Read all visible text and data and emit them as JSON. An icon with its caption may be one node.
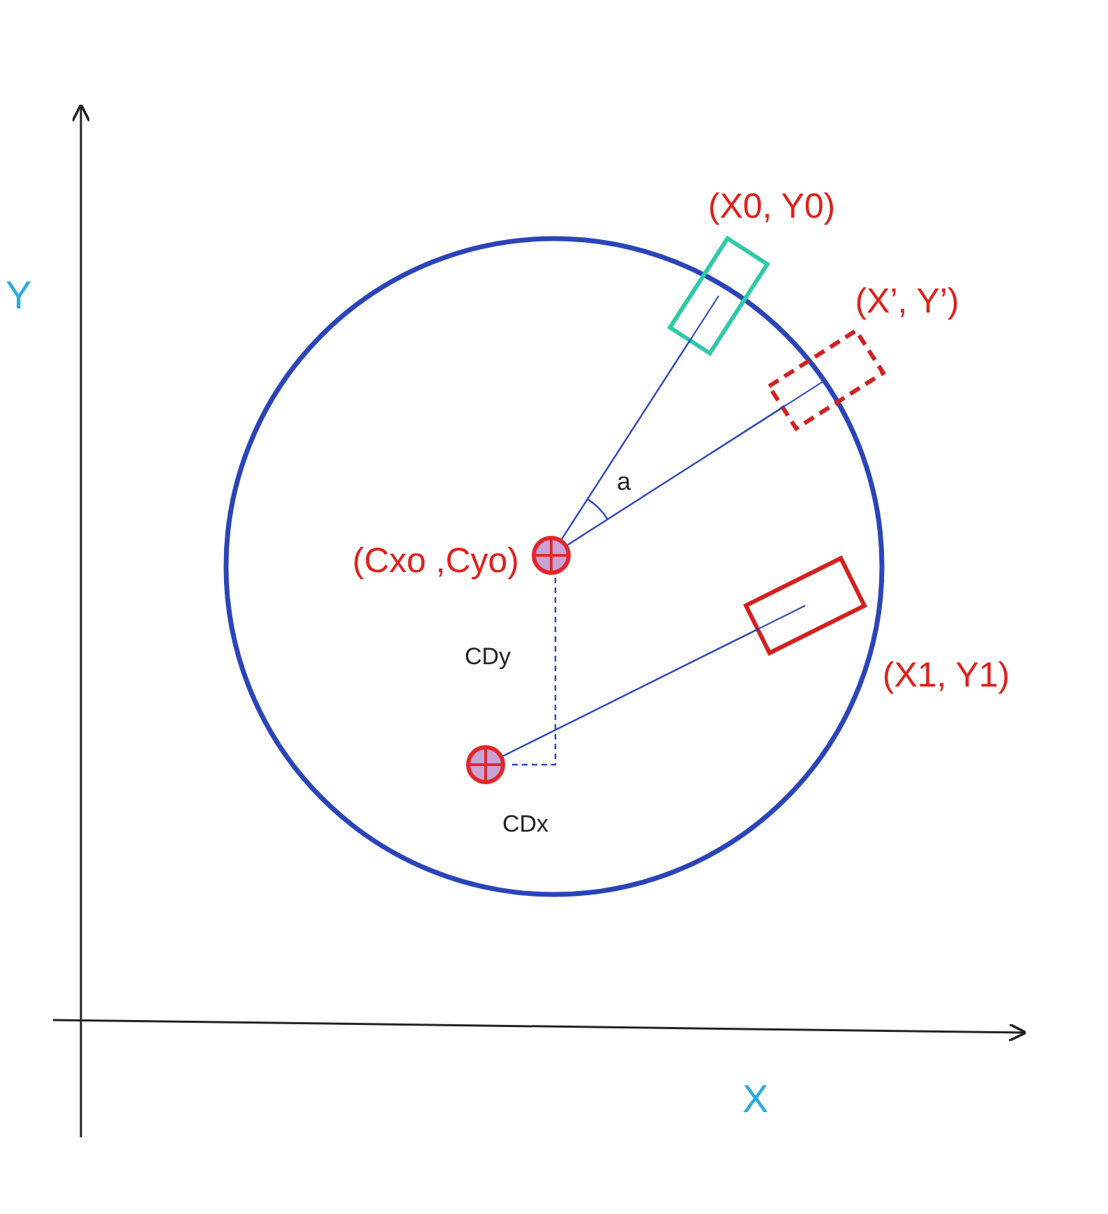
{
  "diagram": {
    "nodes": [
      {
        "text": [],
        "shape": "circle",
        "beside": [
          "(Cxo ,Cyo)"
        ]
      },
      {
        "text": [],
        "shape": "circle"
      },
      {
        "text": [],
        "shape": "box",
        "beside": [
          "(X0, Y0)"
        ]
      },
      {
        "text": [],
        "shape": "box",
        "beside": [
          "(X’, Y’)"
        ]
      },
      {
        "text": [],
        "shape": "box",
        "beside": [
          "(X1, Y1)"
        ]
      }
    ],
    "edges": [
      {
        "from": 0,
        "to": 2,
        "arrow": "none"
      },
      {
        "from": 0,
        "to": 3,
        "arrow": "none"
      },
      {
        "from": 1,
        "to": 4,
        "arrow": "none"
      }
    ],
    "labels": [
      "Y",
      "a",
      "CDy",
      "CDx",
      "X"
    ]
  }
}
